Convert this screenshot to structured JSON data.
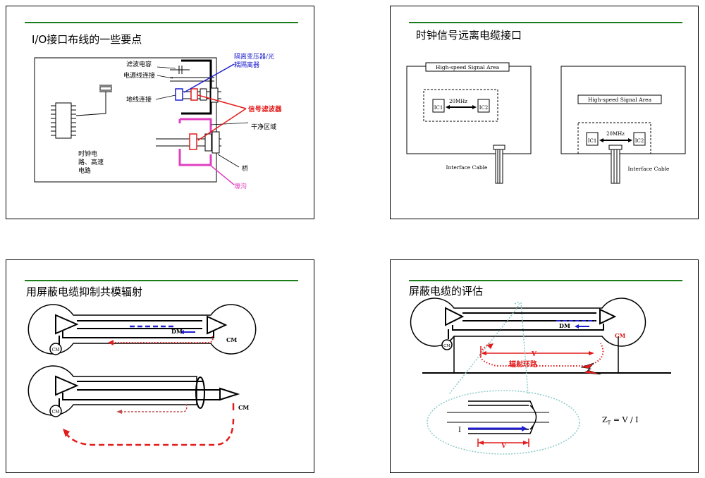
{
  "slides": [
    {
      "title": "I/O接口布线的一些要点",
      "labels": {
        "filter_cap": "滤波电容",
        "power_conn": "电源线连接",
        "ground_conn": "地线连接",
        "isolation": "隔离变压器/光耦隔离器",
        "isolation_l1": "隔离变压器/光",
        "isolation_l2": "耦隔离器",
        "signal_filter": "信号滤波器",
        "clean_area": "干净区域",
        "bridge": "桥",
        "moat": "壕沟",
        "clock_l1": "时钟电",
        "clock_l2": "路、高速",
        "clock_l3": "电路"
      }
    },
    {
      "title": "时钟信号远离电缆接口",
      "left": {
        "area": "High-speed Signal Area",
        "ic1": "IC1",
        "ic2": "IC2",
        "freq": "20MHz",
        "cable": "Interface Cable"
      },
      "right": {
        "area": "High-speed Signal Area",
        "ic1": "IC1",
        "ic2": "IC2",
        "freq": "20MHz",
        "cable": "Interface Cable"
      }
    },
    {
      "title": "用屏蔽电缆抑制共模辐射",
      "top": {
        "dm": "DM",
        "cm": "CM",
        "cm_circle": "CM"
      },
      "bottom": {
        "cm": "CM",
        "cm_circle": "CM"
      }
    },
    {
      "title": "屏蔽电缆的评估",
      "labels": {
        "dm": "DM",
        "cm": "CM",
        "cm_circle": "CM",
        "v": "V",
        "loop": "辐射环路",
        "i": "I",
        "v2": "V",
        "zt": "Z",
        "zt_sub": "T",
        "zt_rest": " = V / I"
      }
    }
  ],
  "colors": {
    "green_rule": "#1b7d1b",
    "blue": "#1f1fd0",
    "red": "#e31b1b",
    "magenta": "#e040c0",
    "teal_dotted": "#8cc9c9"
  }
}
